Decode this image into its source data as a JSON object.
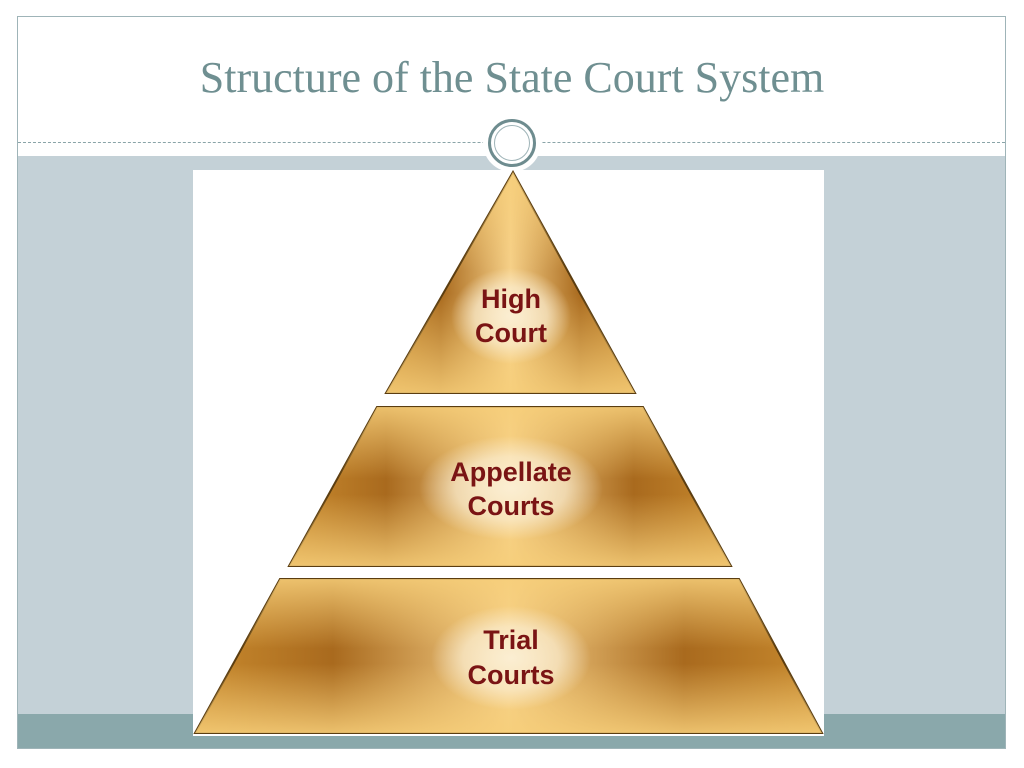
{
  "slide": {
    "title": "Structure of the State Court System"
  },
  "pyramid": {
    "tiers": [
      {
        "line1": "High",
        "line2": "Court"
      },
      {
        "line1": "Appellate",
        "line2": "Courts"
      },
      {
        "line1": "Trial",
        "line2": "Courts"
      }
    ]
  },
  "colors": {
    "title": "#6f8f91",
    "content_background": "#c4d1d7",
    "footer_bar": "#8aa8ab",
    "tier_fill_light": "#f3c56c",
    "tier_fill_dark": "#a8681c",
    "tier_label": "#7a1414"
  }
}
